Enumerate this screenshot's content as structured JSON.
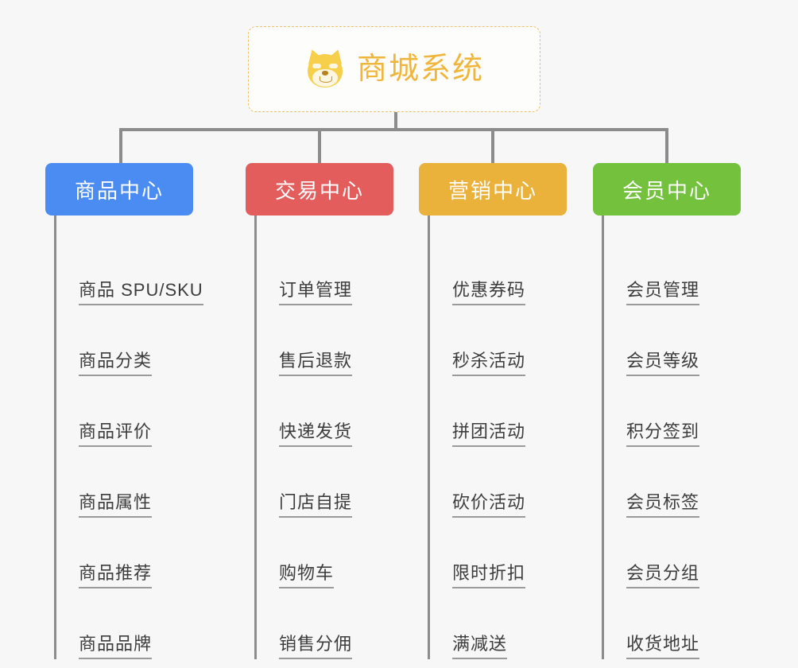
{
  "root": {
    "title": "商城系统",
    "icon": "shiba-dog-emoji",
    "border_color": "#eec068",
    "text_color": "#f0b63c"
  },
  "connector_color": "#8c8c8c",
  "background_color": "#f7f7f7",
  "branches": [
    {
      "label": "商品中心",
      "color": "#4a8cf2",
      "items": [
        "商品 SPU/SKU",
        "商品分类",
        "商品评价",
        "商品属性",
        "商品推荐",
        "商品品牌"
      ]
    },
    {
      "label": "交易中心",
      "color": "#e45d5d",
      "items": [
        "订单管理",
        "售后退款",
        "快递发货",
        "门店自提",
        "购物车",
        "销售分佣"
      ]
    },
    {
      "label": "营销中心",
      "color": "#eab13b",
      "items": [
        "优惠券码",
        "秒杀活动",
        "拼团活动",
        "砍价活动",
        "限时折扣",
        "满减送"
      ]
    },
    {
      "label": "会员中心",
      "color": "#73c13d",
      "items": [
        "会员管理",
        "会员等级",
        "积分签到",
        "会员标签",
        "会员分组",
        "收货地址"
      ]
    }
  ]
}
